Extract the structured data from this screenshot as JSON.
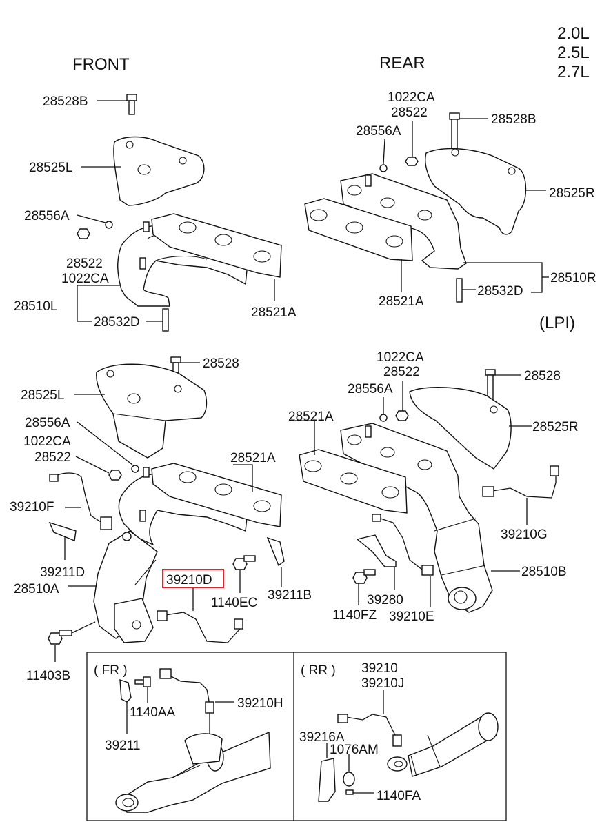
{
  "headers": {
    "front": "FRONT",
    "rear": "REAR",
    "engines": [
      "2.0L",
      "2.5L",
      "2.7L"
    ],
    "lpi": "(LPI)",
    "fr": "( FR )",
    "rr": "( RR )"
  },
  "labels": {
    "top_front": {
      "b28528B": "28528B",
      "b28525L": "28525L",
      "b28556A": "28556A",
      "b28522": "28522",
      "b1022CA": "1022CA",
      "b28510L": "28510L",
      "b28532D": "28532D",
      "b28521A": "28521A"
    },
    "top_rear": {
      "b1022CA": "1022CA",
      "b28522": "28522",
      "b28556A": "28556A",
      "b28528B": "28528B",
      "b28525R": "28525R",
      "b28510R": "28510R",
      "b28532D": "28532D",
      "b28521A": "28521A"
    },
    "mid_front": {
      "b28528": "28528",
      "b28525L": "28525L",
      "b28556A": "28556A",
      "b1022CA": "1022CA",
      "b28522": "28522",
      "b28521A": "28521A",
      "b39210F": "39210F",
      "b39211D": "39211D",
      "b28510A": "28510A",
      "b39210D": "39210D",
      "b1140EC": "1140EC",
      "b39211B": "39211B",
      "b11403B": "11403B"
    },
    "mid_rear": {
      "b1022CA": "1022CA",
      "b28522": "28522",
      "b28528": "28528",
      "b28556A": "28556A",
      "b28521A": "28521A",
      "b28525R": "28525R",
      "b39210G": "39210G",
      "b28510B": "28510B",
      "b39280": "39280",
      "b1140FZ": "1140FZ",
      "b39210E": "39210E"
    },
    "fr_box": {
      "b1140AA": "1140AA",
      "b39210H": "39210H",
      "b39211": "39211"
    },
    "rr_box": {
      "b39210": "39210",
      "b39210J": "39210J",
      "b39216A": "39216A",
      "b1076AM": "1076AM",
      "b1140FA": "1140FA"
    }
  },
  "highlight_color": "#e0242a"
}
